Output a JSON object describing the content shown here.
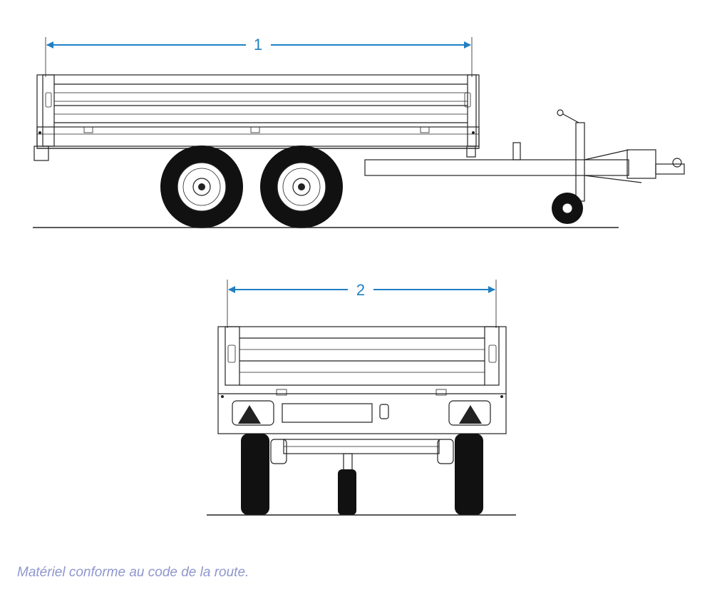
{
  "dimensions": {
    "length_label": "1",
    "width_label": "2",
    "color": "#1f7fc4"
  },
  "caption": "Matériel conforme au code de la route.",
  "caption_color": "#8f96ce"
}
